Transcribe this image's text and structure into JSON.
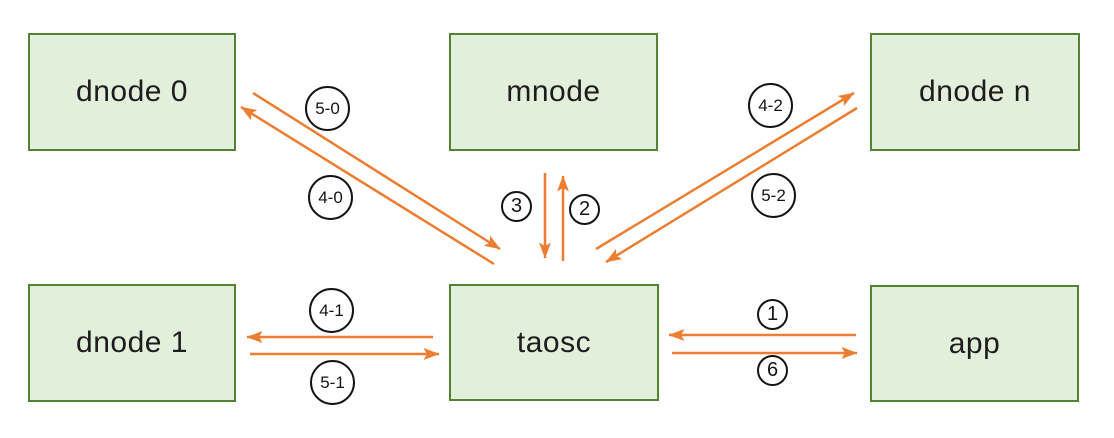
{
  "diagram": {
    "colors": {
      "node_fill": "#E2EFDA",
      "node_border": "#548235",
      "arrow": "#ED7D31",
      "label_circle": "#141414",
      "text": "#1d1d1d"
    },
    "nodes": [
      {
        "id": "dnode0",
        "label": "dnode 0"
      },
      {
        "id": "mnode",
        "label": "mnode"
      },
      {
        "id": "dnoden",
        "label": "dnode n"
      },
      {
        "id": "dnode1",
        "label": "dnode 1"
      },
      {
        "id": "taosc",
        "label": "taosc"
      },
      {
        "id": "app",
        "label": "app"
      }
    ],
    "edges": [
      {
        "label": "1",
        "from": "app",
        "to": "taosc"
      },
      {
        "label": "2",
        "from": "taosc",
        "to": "mnode"
      },
      {
        "label": "3",
        "from": "mnode",
        "to": "taosc"
      },
      {
        "label": "4-0",
        "from": "taosc",
        "to": "dnode 0"
      },
      {
        "label": "5-0",
        "from": "dnode 0",
        "to": "taosc"
      },
      {
        "label": "4-1",
        "from": "taosc",
        "to": "dnode 1"
      },
      {
        "label": "5-1",
        "from": "dnode 1",
        "to": "taosc"
      },
      {
        "label": "4-2",
        "from": "taosc",
        "to": "dnode n"
      },
      {
        "label": "5-2",
        "from": "dnode n",
        "to": "taosc"
      },
      {
        "label": "6",
        "from": "taosc",
        "to": "app"
      }
    ]
  }
}
